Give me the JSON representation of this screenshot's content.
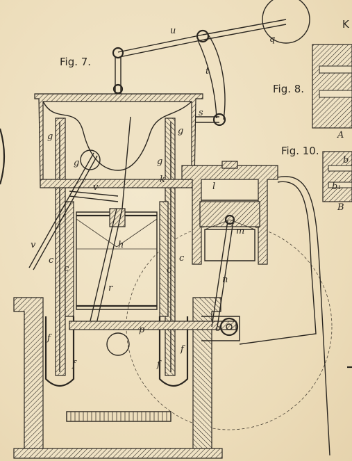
{
  "figures": {
    "fig7": "Fig. 7.",
    "fig8": "Fig. 8.",
    "fig10": "Fig. 10."
  },
  "edge_letter_top_right": "K",
  "letters": {
    "u": "u",
    "q": "q",
    "t": "t",
    "s": "s",
    "g1": "g",
    "g2": "g",
    "g3": "g",
    "g4": "g",
    "k": "k",
    "l": "l",
    "m": "m",
    "v1": "v",
    "v2": "v",
    "h": "h",
    "c1": "c",
    "c2": "c",
    "c3": "c",
    "c4": "c",
    "r": "r",
    "n": "n",
    "o": "o",
    "p": "p",
    "f1": "f",
    "f2": "f",
    "f3": "f",
    "f4": "f",
    "A": "A",
    "B": "B",
    "b": "b",
    "b1": "b₁"
  },
  "colors": {
    "paper": "#efe2c4",
    "ink": "#2a2620"
  }
}
